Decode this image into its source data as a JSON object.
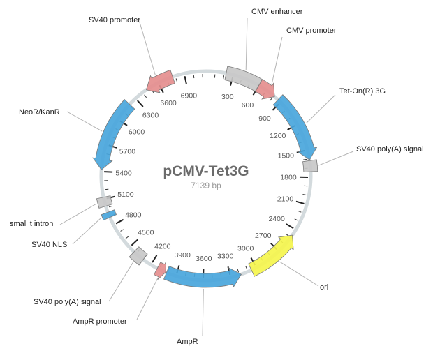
{
  "plasmid": {
    "name": "pCMV-Tet3G",
    "length_label": "7139 bp",
    "length_bp": 7139
  },
  "ticks": [
    {
      "bp": 300,
      "label": "300"
    },
    {
      "bp": 600,
      "label": "600"
    },
    {
      "bp": 900,
      "label": "900"
    },
    {
      "bp": 1200,
      "label": "1200"
    },
    {
      "bp": 1500,
      "label": "1500"
    },
    {
      "bp": 1800,
      "label": "1800"
    },
    {
      "bp": 2100,
      "label": "2100"
    },
    {
      "bp": 2400,
      "label": "2400"
    },
    {
      "bp": 2700,
      "label": "2700"
    },
    {
      "bp": 3000,
      "label": "3000"
    },
    {
      "bp": 3300,
      "label": "3300"
    },
    {
      "bp": 3600,
      "label": "3600"
    },
    {
      "bp": 3900,
      "label": "3900"
    },
    {
      "bp": 4200,
      "label": "4200"
    },
    {
      "bp": 4500,
      "label": "4500"
    },
    {
      "bp": 4800,
      "label": "4800"
    },
    {
      "bp": 5100,
      "label": "5100"
    },
    {
      "bp": 5400,
      "label": "5400"
    },
    {
      "bp": 5700,
      "label": "5700"
    },
    {
      "bp": 6000,
      "label": "6000"
    },
    {
      "bp": 6300,
      "label": "6300"
    },
    {
      "bp": 6600,
      "label": "6600"
    },
    {
      "bp": 6900,
      "label": "6900"
    }
  ],
  "features": [
    {
      "name": "CMV enhancer",
      "start": 220,
      "end": 600,
      "dir": "none",
      "color": "#c8c8c8"
    },
    {
      "name": "CMV promoter",
      "start": 600,
      "end": 810,
      "dir": "fwd",
      "color": "#e58e8e"
    },
    {
      "name": "Tet-On(R) 3G",
      "start": 860,
      "end": 1610,
      "dir": "fwd",
      "color": "#49a6dc"
    },
    {
      "name": "SV40 poly(A) signal",
      "start": 1620,
      "end": 1740,
      "dir": "none",
      "color": "#c8c8c8"
    },
    {
      "name": "ori",
      "start": 2470,
      "end": 3060,
      "dir": "rev",
      "color": "#f5f54d"
    },
    {
      "name": "AmpR",
      "start": 3180,
      "end": 4010,
      "dir": "rev",
      "color": "#49a6dc"
    },
    {
      "name": "AmpR promoter",
      "start": 4020,
      "end": 4120,
      "dir": "rev",
      "color": "#e58e8e"
    },
    {
      "name": "SV40 poly(A) signal",
      "start": 4300,
      "end": 4430,
      "dir": "none",
      "color": "#c8c8c8"
    },
    {
      "name": "SV40 NLS",
      "start": 4890,
      "end": 4950,
      "dir": "none",
      "color": "#49a6dc"
    },
    {
      "name": "small t intron",
      "start": 5020,
      "end": 5120,
      "dir": "none",
      "color": "#c8c8c8"
    },
    {
      "name": "NeoR/KanR",
      "start": 5420,
      "end": 6210,
      "dir": "rev",
      "color": "#49a6dc"
    },
    {
      "name": "SV40 promoter",
      "start": 6450,
      "end": 6770,
      "dir": "rev",
      "color": "#e58e8e"
    }
  ]
}
